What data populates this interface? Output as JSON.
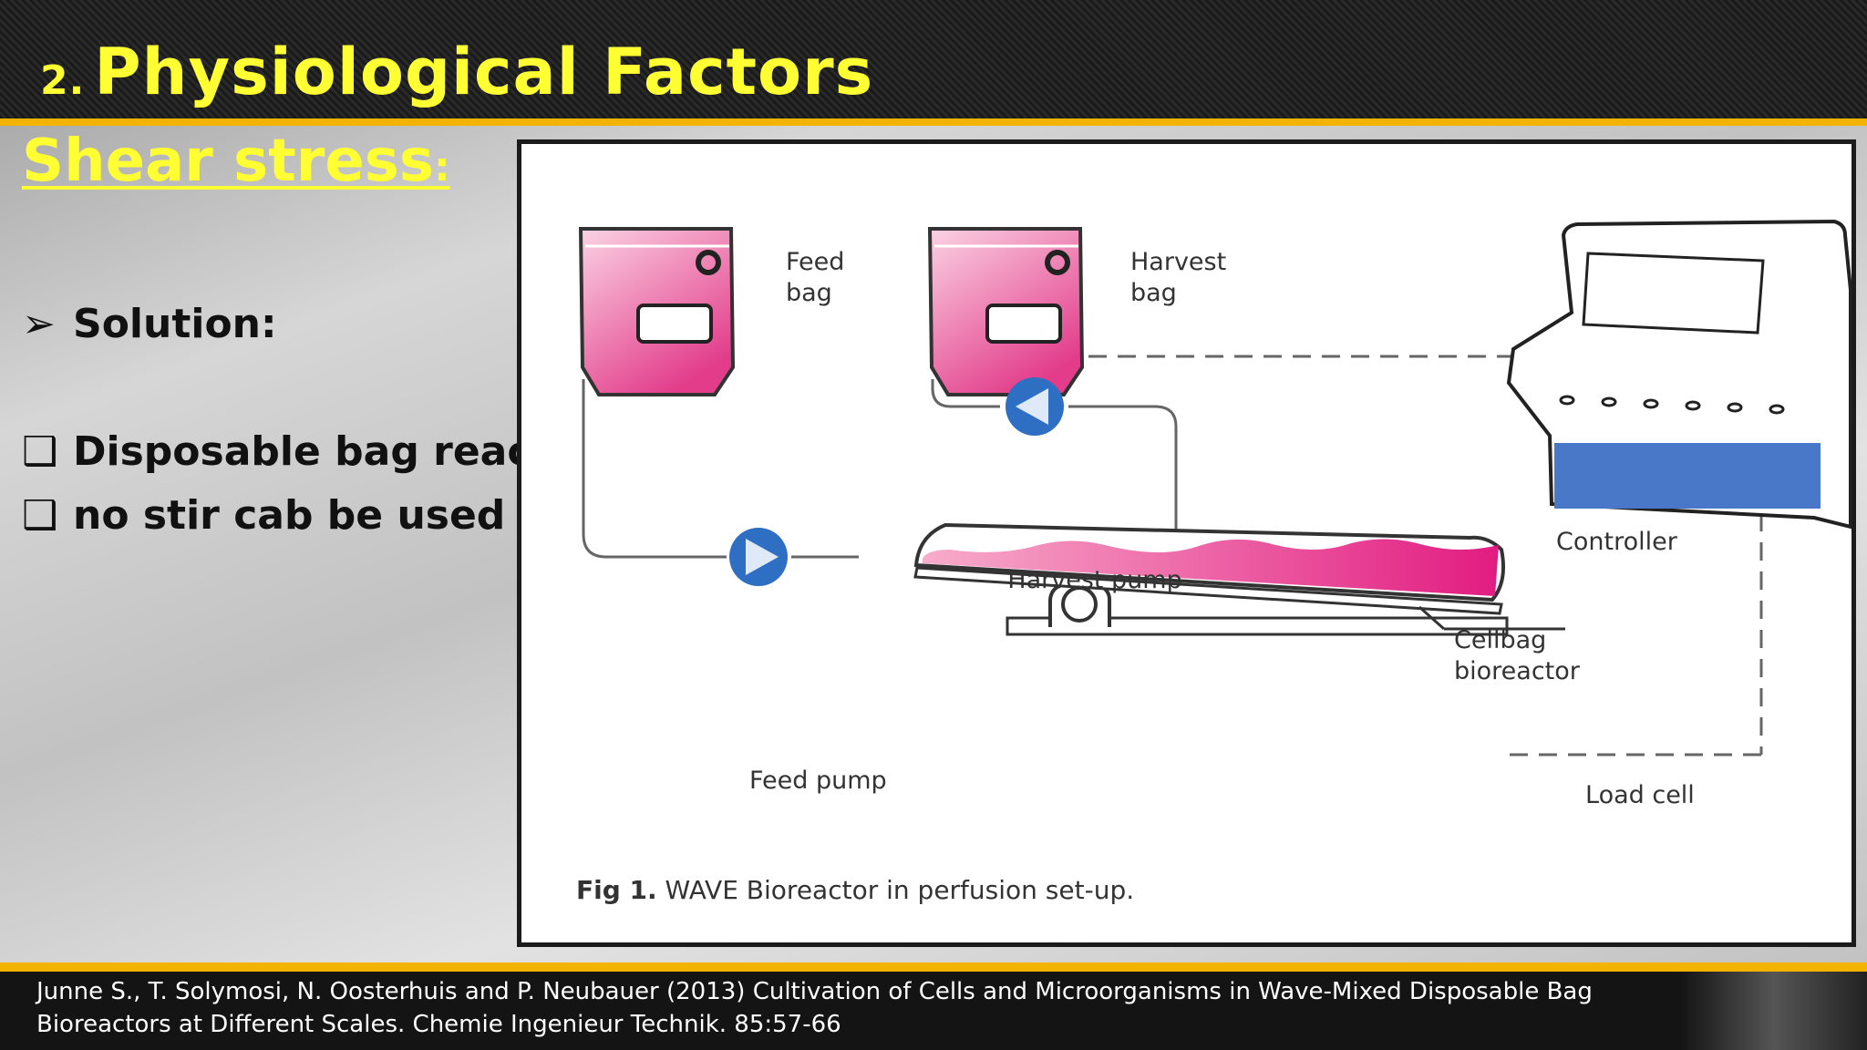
{
  "slide": {
    "title_number": "2.",
    "title_text": "Physiological Factors",
    "subtitle": "Shear stress",
    "subtitle_colon": ":",
    "bullets": [
      {
        "mark": "➢",
        "text": "Solution:"
      },
      {
        "mark": "❑",
        "text": "Disposable bag reactor:"
      },
      {
        "mark": "❑",
        "text": "no stir cab be used"
      }
    ],
    "citation": "Junne S., T. Solymosi, N. Oosterhuis and P. Neubauer (2013) Cultivation of Cells and Microorganisms in Wave-Mixed Disposable Bag Bioreactors at Different Scales. Chemie Ingenieur Technik. 85:57-66"
  },
  "figure": {
    "labels": {
      "feed_bag_1": "Feed",
      "feed_bag_2": "bag",
      "harvest_bag_1": "Harvest",
      "harvest_bag_2": "bag",
      "controller": "Controller",
      "harvest_pump": "Harvest pump",
      "cellbag_1": "Cellbag",
      "cellbag_2": "bioreactor",
      "feed_pump": "Feed pump",
      "load_cell": "Load cell"
    },
    "caption_prefix": "Fig 1.",
    "caption_text": " WAVE Bioreactor in perfusion set-up.",
    "colors": {
      "bag_pink": "#e23c8a",
      "pump_blue": "#2e6fc4",
      "controller_blue": "#4a78c8"
    }
  }
}
